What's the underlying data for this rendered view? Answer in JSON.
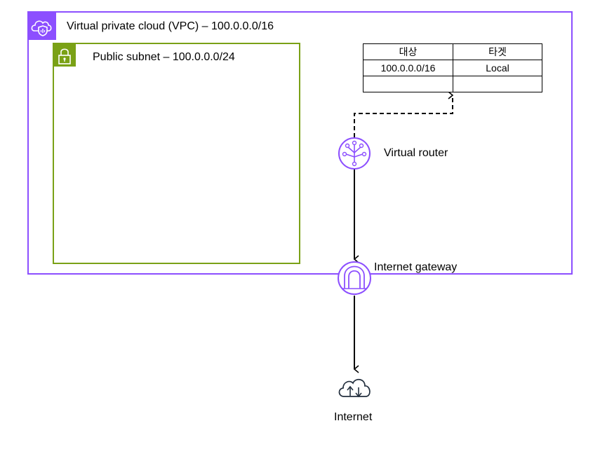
{
  "vpc": {
    "label": "Virtual private cloud (VPC) – 100.0.0.0/16",
    "icon": "vpc-cloud-shield-icon",
    "color": "#8c4fff"
  },
  "subnet": {
    "label": "Public subnet – 100.0.0.0/24",
    "icon": "lock-icon",
    "color": "#7aa116"
  },
  "route_table": {
    "headers": [
      "대상",
      "타겟"
    ],
    "rows": [
      [
        "100.0.0.0/16",
        "Local"
      ],
      [
        "",
        ""
      ]
    ]
  },
  "router": {
    "label": "Virtual router",
    "icon": "virtual-router-icon",
    "color": "#8c4fff"
  },
  "gateway": {
    "label": "Internet gateway",
    "icon": "internet-gateway-icon",
    "color": "#8c4fff"
  },
  "internet": {
    "label": "Internet",
    "icon": "internet-cloud-icon",
    "color": "#232f3e"
  }
}
